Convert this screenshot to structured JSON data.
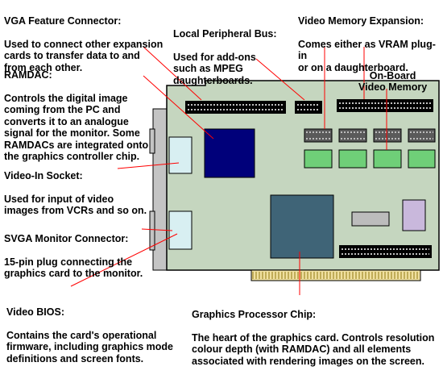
{
  "labels": {
    "vga_feature": {
      "title": "VGA Feature Connector:",
      "desc": "Used to connect other expansion\ncards to transfer data to and\nfrom each other."
    },
    "local_bus": {
      "title": "Local Peripheral Bus:",
      "desc": "Used for add-ons\nsuch as MPEG\ndaughterboards."
    },
    "video_memory_expansion": {
      "title": "Video Memory Expansion:",
      "desc": "Comes either as VRAM plug-in\nor on a daughterboard."
    },
    "onboard_memory": {
      "title": "On-Board\nVideo Memory"
    },
    "ramdac": {
      "title": "RAMDAC:",
      "desc": "Controls the digital image\ncoming from the PC and\nconverts it to an analogue\nsignal for the monitor. Some\nRAMDACs are integrated onto\nthe graphics controller chip."
    },
    "video_in": {
      "title": "Video-In Socket:",
      "desc": "Used for input of video\nimages from VCRs and so on."
    },
    "svga": {
      "title": "SVGA Monitor Connector:",
      "desc": "15-pin plug connecting the\ngraphics card to the monitor."
    },
    "bios": {
      "title": "Video BIOS:",
      "desc": "Contains the card's operational\nfirmware, including graphics mode\ndefinitions and screen fonts."
    },
    "gpu": {
      "title": "Graphics Processor Chip:",
      "desc": "The heart of the graphics card. Controls resolution\ncolour depth (with RAMDAC) and all elements\nassociated with rendering images on the screen."
    }
  },
  "colors": {
    "board": "#c5d6bf",
    "board_outline": "#000000",
    "connector_slot": "#000000",
    "connector_pins": "#ffffff",
    "ramdac_chip": "#00007a",
    "gpu_chip": "#3f6477",
    "vram_chip": "#5a5a5a",
    "memory_chip": "#6fcf78",
    "video_in_socket": "#d8eff2",
    "bios_chip": "#c9b8dc",
    "gold_edge": "#f0e0a0",
    "leader_line": "#ff0000",
    "bracket": "#c4c4c4"
  }
}
